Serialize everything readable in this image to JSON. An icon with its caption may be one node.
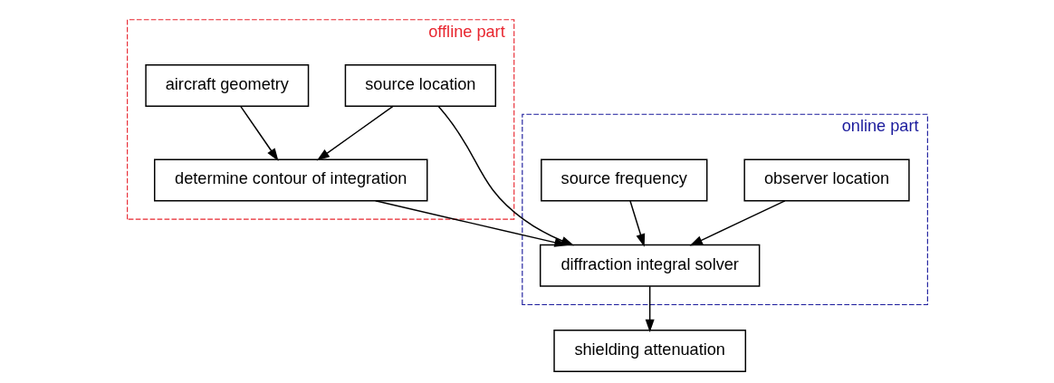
{
  "diagram": {
    "nodes": [
      {
        "text": [
          "offline part"
        ]
      },
      {
        "text": [
          "aircraft geometry"
        ],
        "in": 0
      },
      {
        "text": [
          "source location"
        ],
        "in": 0
      },
      {
        "text": [
          "determine contour of integration"
        ],
        "in": 0
      },
      {
        "text": [
          "online part"
        ]
      },
      {
        "text": [
          "observer location"
        ],
        "in": 4
      },
      {
        "text": [
          "source frequency"
        ],
        "in": 4
      },
      {
        "text": [
          "diffraction integral solver"
        ],
        "in": 4
      },
      {
        "text": [
          "shielding attenuation"
        ]
      }
    ],
    "edges": [
      {
        "from": 1,
        "to": 3,
        "arrow": "to"
      },
      {
        "from": 2,
        "to": 3,
        "arrow": "to"
      },
      {
        "from": 2,
        "to": 7,
        "arrow": "to"
      },
      {
        "from": 5,
        "to": 7,
        "arrow": "to"
      },
      {
        "from": 6,
        "to": 7,
        "arrow": "to"
      },
      {
        "from": 3,
        "to": 7,
        "arrow": "to"
      },
      {
        "from": 7,
        "to": 8,
        "arrow": "to"
      }
    ]
  }
}
